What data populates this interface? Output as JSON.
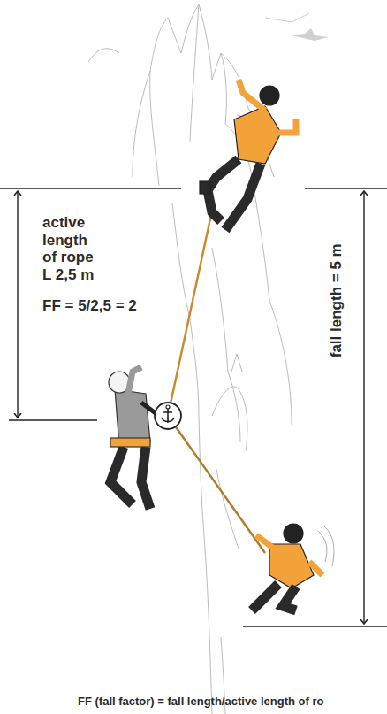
{
  "diagram": {
    "caption": "FF (fall factor) = fall length/active length of ro",
    "labels": [
      "active length of rope L 2,5 m",
      "FF = 5/2,5 = 2",
      "fall length = 5 m"
    ]
  }
}
